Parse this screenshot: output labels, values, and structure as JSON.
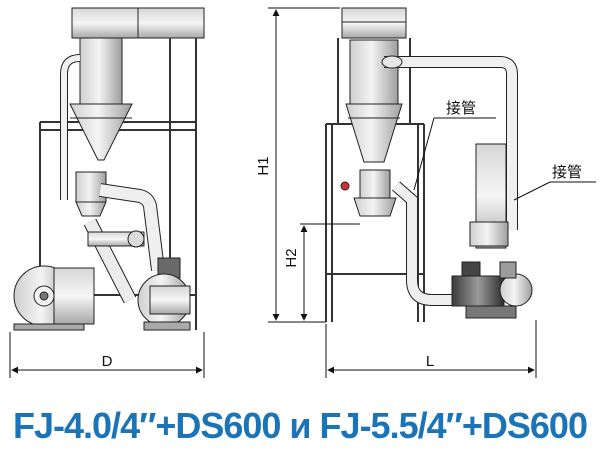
{
  "caption": "FJ-4.0/4″+DS600 и FJ-5.5/4″+DS600",
  "dimensions": {
    "d": "D",
    "l": "L",
    "h1": "H1",
    "h2": "H2"
  },
  "callouts": {
    "pipe_joint_top": "接管",
    "pipe_joint_right": "接管"
  },
  "colors": {
    "caption": "#1b73b8",
    "metal_light": "#e8e8e8",
    "metal_mid": "#bdbdbd",
    "metal_dark": "#5a5a5a",
    "line": "#222222"
  }
}
